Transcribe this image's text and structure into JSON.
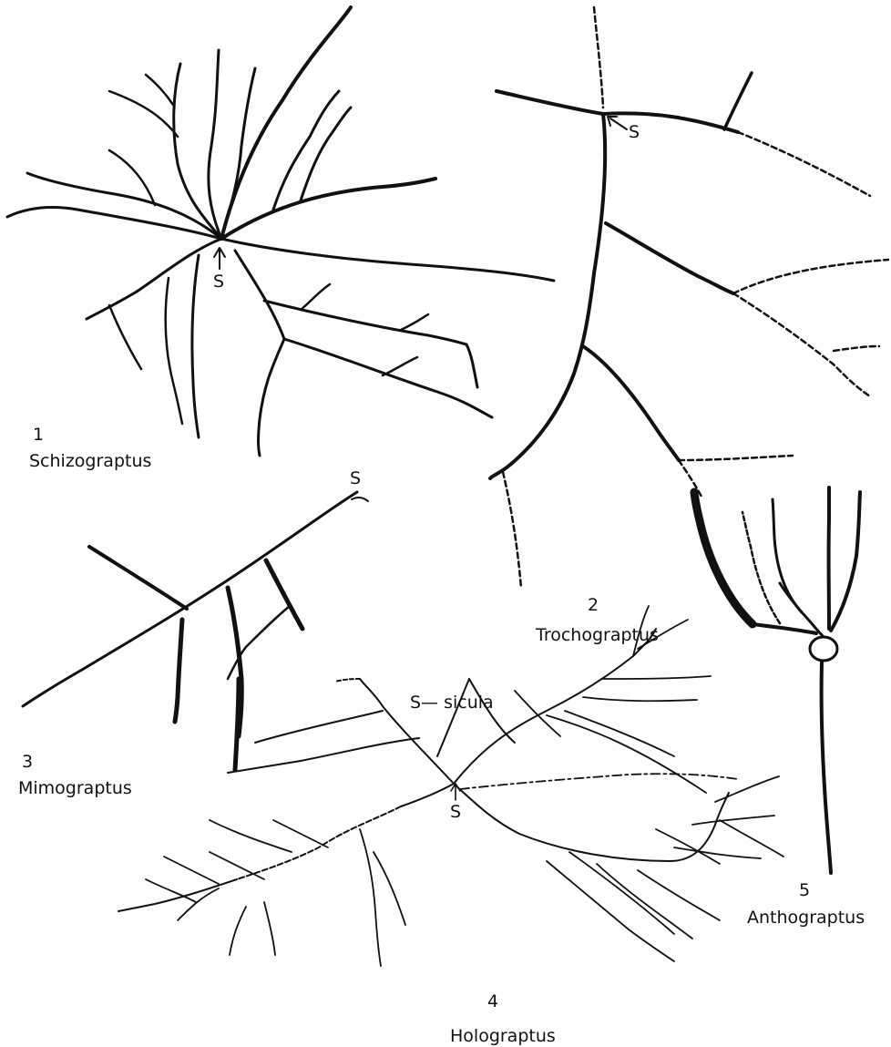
{
  "figures": [
    {
      "number": "1",
      "name": "Schizograptus"
    },
    {
      "number": "2",
      "name": "Trochograptus"
    },
    {
      "number": "3",
      "name": "Mimograptus"
    },
    {
      "number": "4",
      "name": "Holograptus"
    },
    {
      "number": "5",
      "name": "Anthograptus"
    }
  ],
  "sicula_marker": "S",
  "legend": "S— sicula"
}
